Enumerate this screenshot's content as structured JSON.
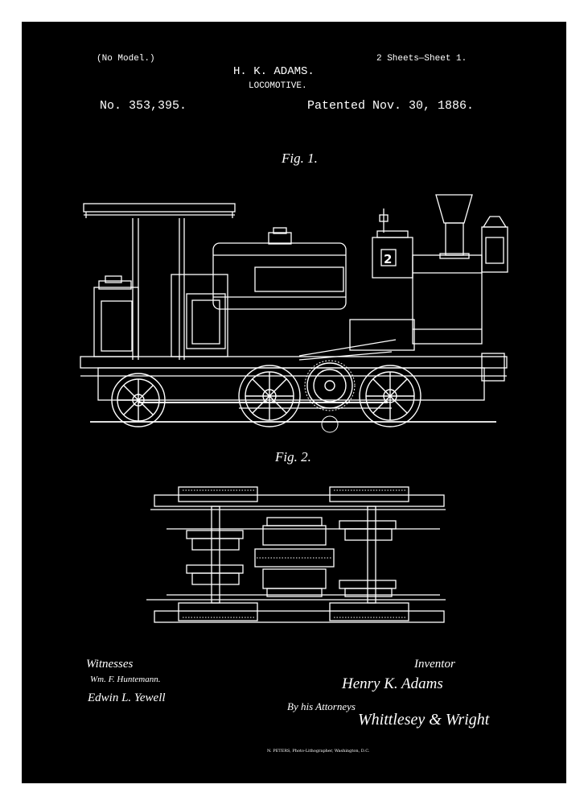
{
  "header": {
    "no_model": "(No Model.)",
    "inventor_name": "H. K. ADAMS.",
    "title": "LOCOMOTIVE.",
    "sheets": "2 Sheets—Sheet 1.",
    "patent_number": "No. 353,395.",
    "patent_date": "Patented Nov. 30, 1886."
  },
  "figures": {
    "fig1_label": "Fig. 1.",
    "fig2_label": "Fig. 2.",
    "cab_number": "2"
  },
  "footer": {
    "witnesses_label": "Witnesses",
    "witness_1": "Wm. F. Huntemann.",
    "witness_2": "Edwin L. Yewell",
    "inventor_label": "Inventor",
    "inventor_signature": "Henry K. Adams",
    "attorneys_label": "By his Attorneys",
    "attorneys_signature": "Whittlesey & Wright",
    "imprint": "N. PETERS, Photo-Lithographer, Washington, D.C."
  },
  "colors": {
    "background": "#000000",
    "ink": "#ffffff",
    "frame": "#ffffff"
  }
}
